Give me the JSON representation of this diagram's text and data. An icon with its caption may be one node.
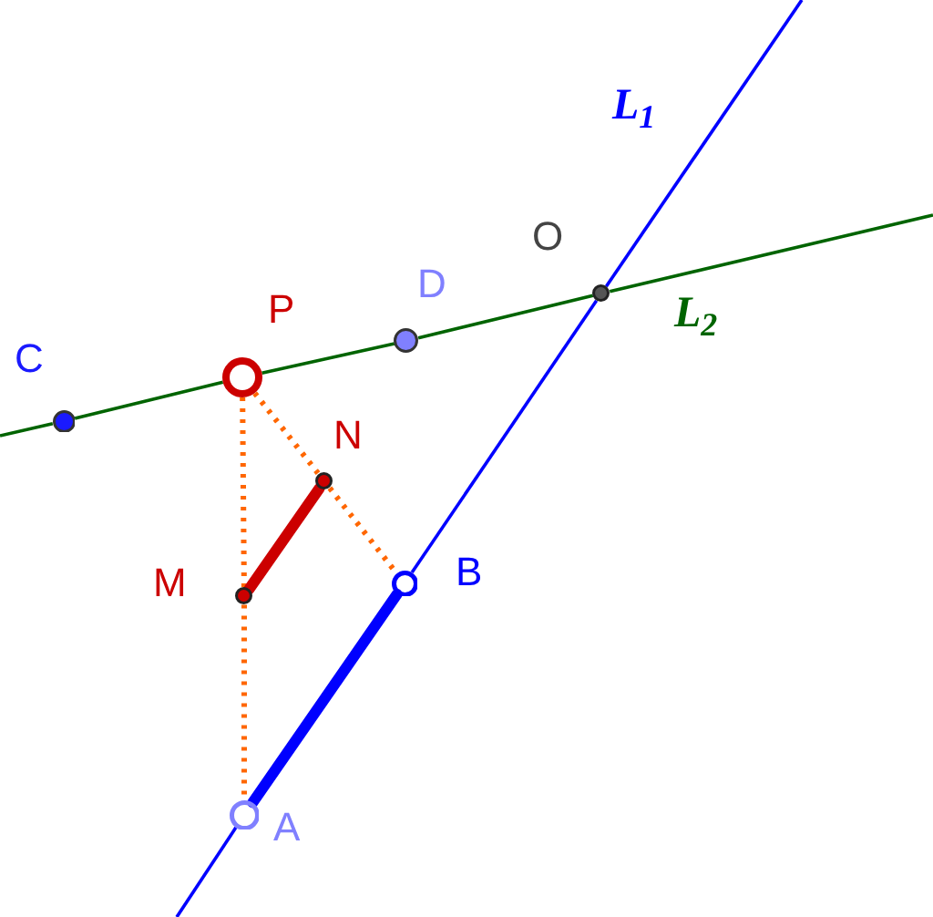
{
  "diagram": {
    "nodes": [
      {
        "text": [],
        "shape": "circle",
        "beside": [
          "C"
        ]
      },
      {
        "text": [],
        "shape": "circle",
        "beside": [
          "P"
        ]
      },
      {
        "text": [],
        "shape": "circle",
        "beside": [
          "D"
        ]
      },
      {
        "text": [],
        "shape": "circle",
        "beside": [
          "O"
        ]
      },
      {
        "text": [],
        "shape": "circle",
        "beside": [
          "N"
        ]
      },
      {
        "text": [],
        "shape": "circle",
        "beside": [
          "M"
        ]
      },
      {
        "text": [],
        "shape": "circle",
        "beside": [
          "B"
        ]
      },
      {
        "text": [],
        "shape": "circle",
        "beside": [
          "A"
        ]
      }
    ],
    "edges": [
      {
        "from": null,
        "to": 0,
        "arrow": "none"
      },
      {
        "from": 0,
        "to": 1,
        "arrow": "none"
      },
      {
        "from": 1,
        "to": 2,
        "arrow": "none"
      },
      {
        "from": 2,
        "to": 3,
        "arrow": "none"
      },
      {
        "from": 3,
        "to": null,
        "arrow": "none"
      },
      {
        "from": null,
        "to": 7,
        "arrow": "none",
        "color": "#0000ff"
      },
      {
        "from": 7,
        "to": 6,
        "arrow": "none",
        "color": "#0000ff",
        "style": "thick"
      },
      {
        "from": 6,
        "to": 3,
        "arrow": "none",
        "color": "#0000ff"
      },
      {
        "from": 3,
        "to": null,
        "arrow": "none",
        "color": "#0000ff"
      },
      {
        "from": 1,
        "to": 4,
        "arrow": "none",
        "color": "#ff6600",
        "style": "dashed"
      },
      {
        "from": 4,
        "to": 6,
        "arrow": "none",
        "color": "#ff6600",
        "style": "dashed"
      },
      {
        "from": 1,
        "to": 5,
        "arrow": "none",
        "color": "#ff6600",
        "style": "dashed"
      },
      {
        "from": 5,
        "to": 7,
        "arrow": "none",
        "color": "#ff6600",
        "style": "dashed"
      },
      {
        "from": 5,
        "to": 4,
        "arrow": "none",
        "color": "#cc0000",
        "style": "thick"
      }
    ],
    "labels": [
      "L$_{1}$",
      "L$_{2}$"
    ]
  }
}
